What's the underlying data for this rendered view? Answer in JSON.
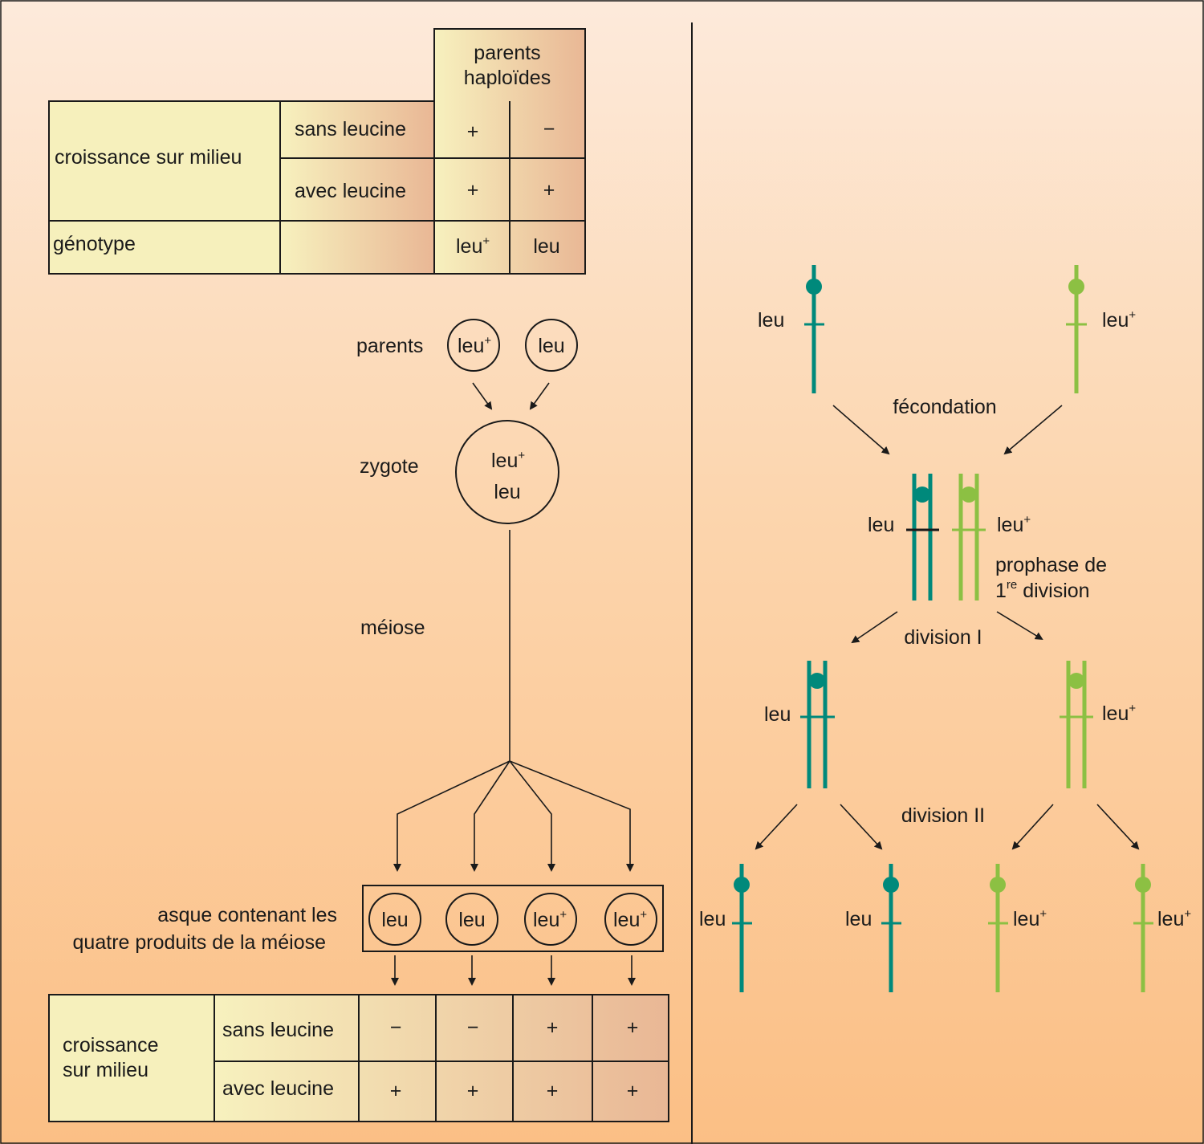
{
  "colors": {
    "teal": "#00897b",
    "green": "#8cc043",
    "cell_yellow": "#f6f0bc",
    "cell_pink": "#e9b795",
    "ascus_green_light": "#d9ebb2",
    "ascus_green_dark": "#7fbf62"
  },
  "top_table": {
    "header": "parents\nhaploïdes",
    "header_line1": "parents",
    "header_line2": "haploïdes",
    "row_group_label": "croissance sur milieu",
    "row1_label": "sans leucine",
    "row2_label": "avec leucine",
    "row3_label": "génotype",
    "row1_values": [
      "+",
      "−"
    ],
    "row2_values": [
      "+",
      "+"
    ],
    "genotypes": [
      {
        "base": "leu",
        "sup": "+"
      },
      {
        "base": "leu",
        "sup": ""
      }
    ]
  },
  "left_flow": {
    "parents_label": "parents",
    "parent_cells": [
      {
        "base": "leu",
        "sup": "+"
      },
      {
        "base": "leu",
        "sup": ""
      }
    ],
    "zygote_label": "zygote",
    "zygote_line1": {
      "base": "leu",
      "sup": "+"
    },
    "zygote_line2": "leu",
    "meiosis_label": "méiose",
    "ascus_label_line1": "asque contenant les",
    "ascus_label_line2": "quatre produits de la méiose",
    "ascus_cells": [
      {
        "base": "leu",
        "sup": ""
      },
      {
        "base": "leu",
        "sup": ""
      },
      {
        "base": "leu",
        "sup": "+"
      },
      {
        "base": "leu",
        "sup": "+"
      }
    ]
  },
  "bottom_table": {
    "row_group_line1": "croissance",
    "row_group_line2": "sur milieu",
    "row1_label": "sans leucine",
    "row2_label": "avec leucine",
    "row1_values": [
      "−",
      "−",
      "+",
      "+"
    ],
    "row2_values": [
      "+",
      "+",
      "+",
      "+"
    ]
  },
  "right_diagram": {
    "parent_left_label": "leu",
    "parent_right_label": {
      "base": "leu",
      "sup": "+"
    },
    "fecondation_label": "fécondation",
    "prophase_left_label": "leu",
    "prophase_right_label": {
      "base": "leu",
      "sup": "+"
    },
    "prophase_text_line1": "prophase de",
    "prophase_text_line2_pre": "1",
    "prophase_text_line2_sup": "re",
    "prophase_text_line2_post": " division",
    "division1_label": "division I",
    "div1_left_label": "leu",
    "div1_right_label": {
      "base": "leu",
      "sup": "+"
    },
    "division2_label": "division II",
    "products": [
      {
        "base": "leu",
        "sup": ""
      },
      {
        "base": "leu",
        "sup": ""
      },
      {
        "base": "leu",
        "sup": "+"
      },
      {
        "base": "leu",
        "sup": "+"
      }
    ]
  }
}
